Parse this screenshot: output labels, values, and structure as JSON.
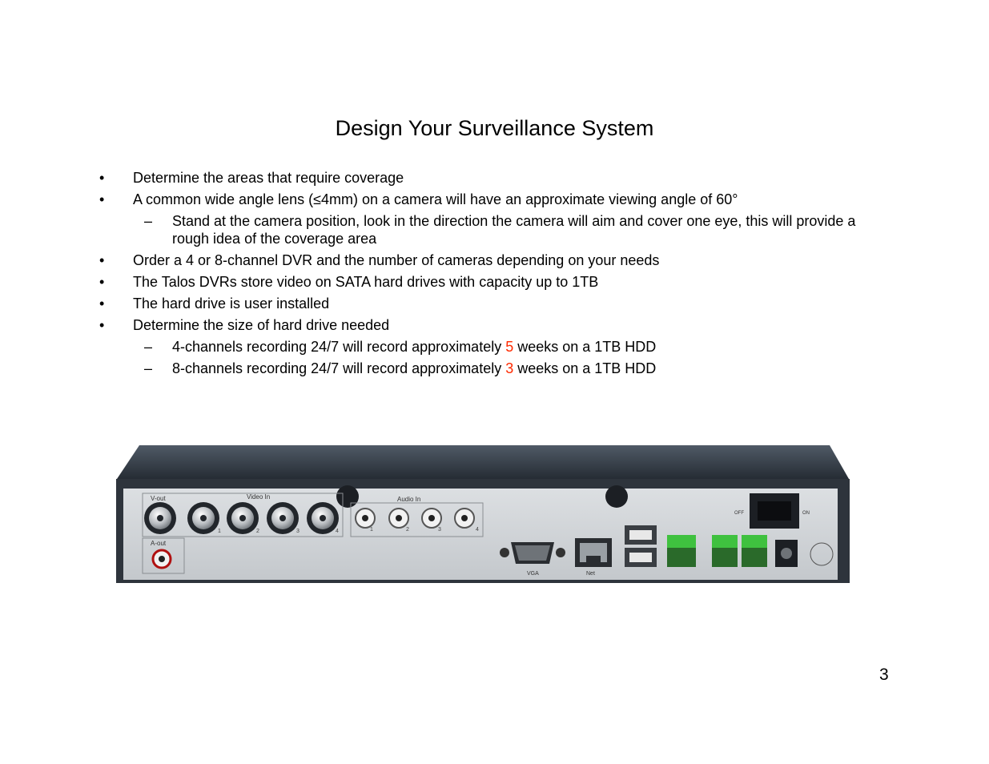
{
  "slide": {
    "title": "Design Your Surveillance System",
    "page_number": "3"
  },
  "bullets": [
    {
      "marker": "•",
      "text": "Determine the areas that require coverage"
    },
    {
      "marker": "•",
      "text": "A common wide angle lens (≤4mm) on a camera will have an approximate viewing angle of 60°"
    },
    {
      "marker": "–",
      "text": "Stand at the camera position, look in the direction the camera will aim and cover one eye, this will provide a rough idea of the coverage area"
    },
    {
      "marker": "•",
      "text": "Order a 4 or 8-channel DVR and the number of cameras depending on your needs"
    },
    {
      "marker": "•",
      "text": "The Talos DVRs store video on SATA hard drives with capacity up to 1TB"
    },
    {
      "marker": "•",
      "text": "The hard drive is user installed"
    },
    {
      "marker": "•",
      "text": "Determine the size of hard drive needed"
    },
    {
      "marker": "–",
      "pre": "4-channels recording 24/7 will record approximately ",
      "num": "5",
      "post": " weeks on a 1TB HDD"
    },
    {
      "marker": "–",
      "pre": "8-channels recording 24/7 will record approximately ",
      "num": "3",
      "post": " weeks on a 1TB HDD"
    }
  ],
  "colors": {
    "highlight": "#ff2a00"
  },
  "dvr_labels": {
    "vout": "V-out",
    "video_in": "Video In",
    "audio_in": "Audio In",
    "aout": "A-out",
    "vga": "VGA",
    "net": "Net",
    "off": "OFF",
    "on": "ON",
    "ch1": "1",
    "ch2": "2",
    "ch3": "3",
    "ch4": "4"
  }
}
